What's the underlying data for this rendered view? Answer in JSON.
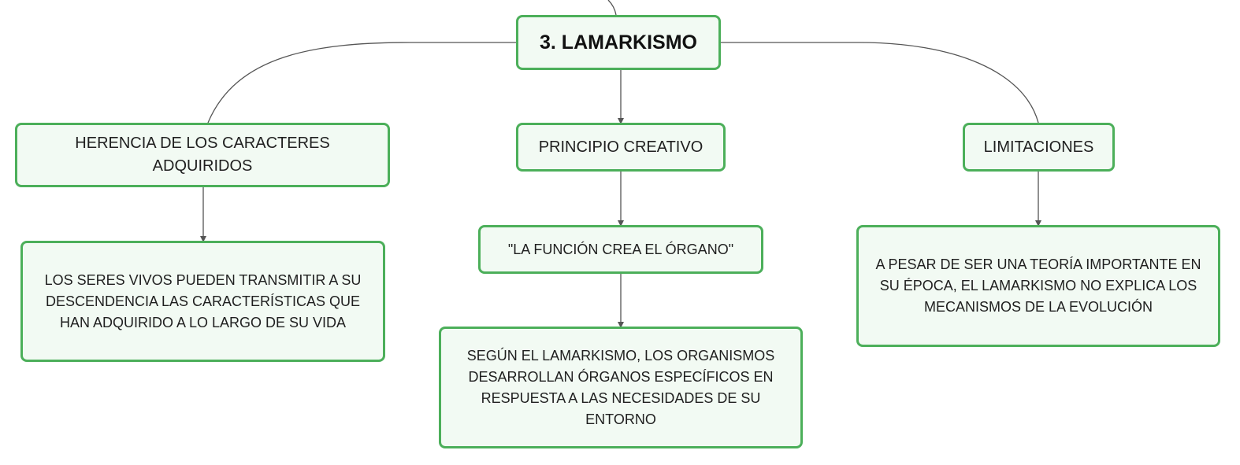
{
  "diagram": {
    "root": {
      "label": "3. LAMARKISMO"
    },
    "branches": [
      {
        "label": "HERENCIA DE LOS CARACTERES ADQUIRIDOS",
        "detail": "LOS SERES VIVOS PUEDEN TRANSMITIR A SU DESCENDENCIA LAS CARACTERÍSTICAS QUE HAN ADQUIRIDO A LO LARGO DE SU VIDA"
      },
      {
        "label": "PRINCIPIO CREATIVO",
        "sub": "\"LA FUNCIÓN CREA EL ÓRGANO\"",
        "detail": "SEGÚN EL LAMARKISMO, LOS ORGANISMOS DESARROLLAN ÓRGANOS ESPECÍFICOS EN RESPUESTA A LAS NECESIDADES DE SU ENTORNO"
      },
      {
        "label": "LIMITACIONES",
        "detail": "A PESAR DE SER UNA TEORÍA IMPORTANTE EN SU ÉPOCA, EL LAMARKISMO NO EXPLICA LOS MECANISMOS DE LA EVOLUCIÓN"
      }
    ],
    "colors": {
      "node_border": "#4caf5a",
      "node_fill": "#f2faf3",
      "connector": "#555555"
    }
  }
}
